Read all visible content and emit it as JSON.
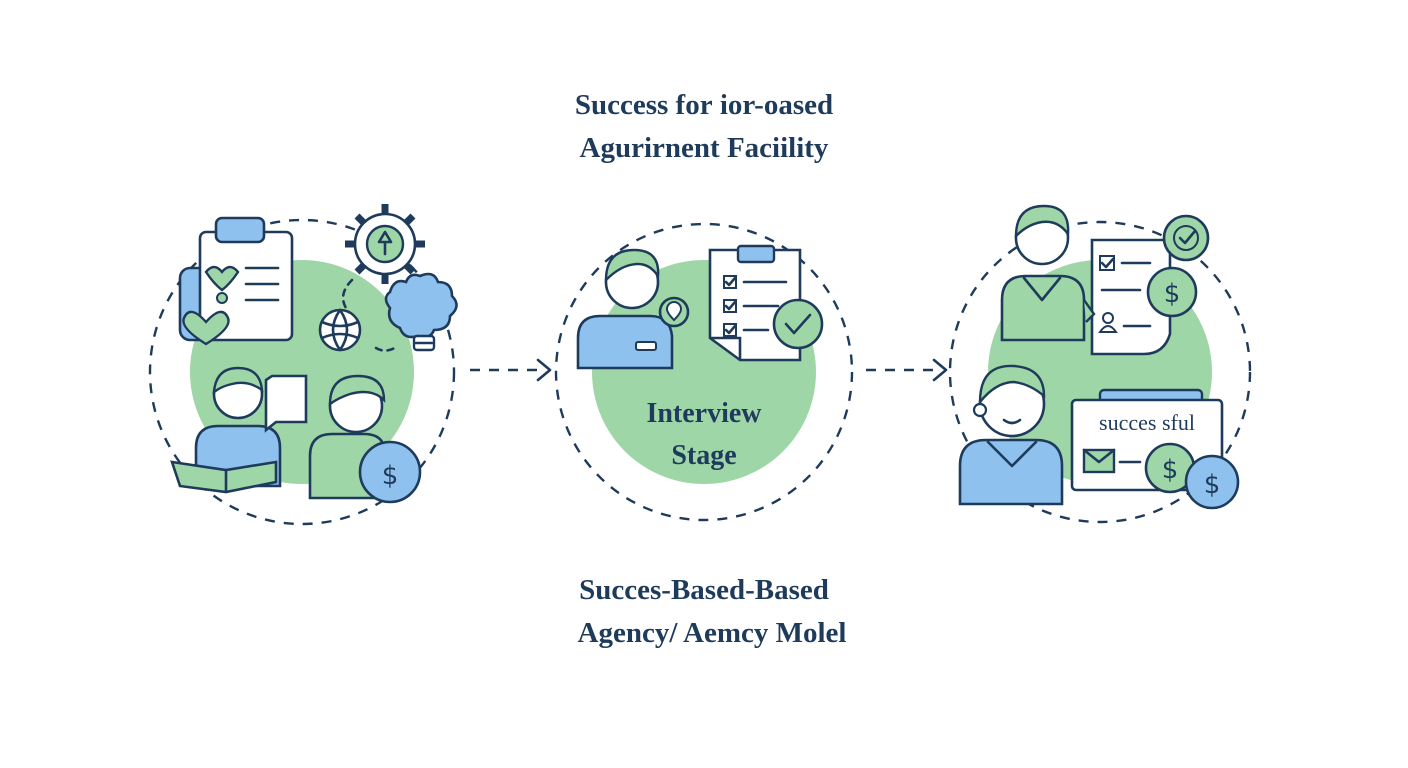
{
  "title_top": {
    "line1": "Success for ior-oased",
    "line2": "Agurirnent Faciility"
  },
  "title_bottom": {
    "line1": "Succes-Based-Based",
    "line2": "Agency/ Aemcy Molel"
  },
  "stages": [
    {
      "label_line1": "",
      "label_line2": ""
    },
    {
      "label_line1": "Interview",
      "label_line2": "Stage"
    },
    {
      "label_line1": "",
      "label_line2": ""
    }
  ],
  "offer_card": {
    "text": "succes sful"
  },
  "icons": {
    "currency": "$",
    "check": "✓",
    "location": "pin-icon"
  },
  "colors": {
    "navy": "#1f3b5c",
    "green": "#9fd6a7",
    "blue": "#8fc1ee",
    "pale_green": "#cdebd2",
    "pale_blue": "#d5e8f8"
  }
}
